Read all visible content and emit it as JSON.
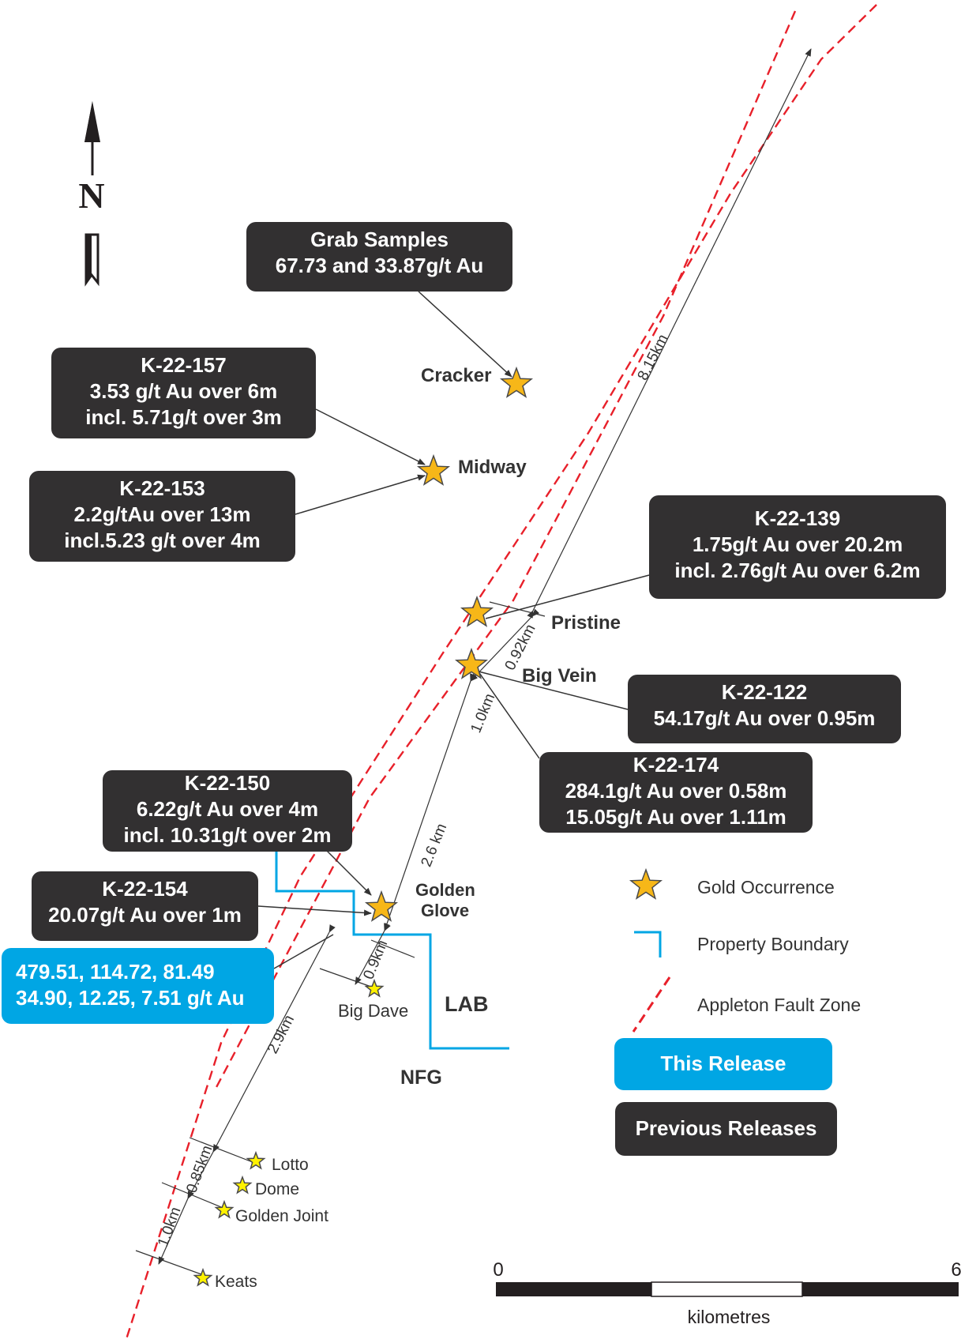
{
  "north_arrow": {
    "label": "N"
  },
  "callouts": [
    {
      "id": "grab",
      "lines": [
        "Grab Samples",
        "67.73 and 33.87g/t Au"
      ],
      "style": "previous"
    },
    {
      "id": "k157",
      "lines": [
        "K-22-157",
        "3.53 g/t Au over 6m",
        "incl. 5.71g/t over 3m"
      ],
      "style": "previous"
    },
    {
      "id": "k153",
      "lines": [
        "K-22-153",
        "2.2g/tAu over 13m",
        "incl.5.23 g/t over 4m"
      ],
      "style": "previous"
    },
    {
      "id": "k139",
      "lines": [
        "K-22-139",
        "1.75g/t Au over 20.2m",
        "incl. 2.76g/t Au over 6.2m"
      ],
      "style": "previous"
    },
    {
      "id": "k122",
      "lines": [
        "K-22-122",
        "54.17g/t Au over 0.95m"
      ],
      "style": "previous"
    },
    {
      "id": "k174",
      "lines": [
        "K-22-174",
        "284.1g/t Au over 0.58m",
        "15.05g/t Au over 1.11m"
      ],
      "style": "previous"
    },
    {
      "id": "k150",
      "lines": [
        "K-22-150",
        "6.22g/t Au over 4m",
        "incl. 10.31g/t over 2m"
      ],
      "style": "previous"
    },
    {
      "id": "k154",
      "lines": [
        "K-22-154",
        "20.07g/t Au over 1m"
      ],
      "style": "previous"
    },
    {
      "id": "release",
      "lines": [
        "479.51, 114.72, 81.49",
        "34.90, 12.25, 7.51 g/t Au"
      ],
      "style": "this-release"
    }
  ],
  "occurrences": {
    "major": [
      "Cracker",
      "Midway",
      "Pristine",
      "Big Vein",
      "Golden Glove"
    ],
    "minor": [
      "Big Dave",
      "Lotto",
      "Dome",
      "Golden Joint",
      "Keats"
    ]
  },
  "labels": {
    "cracker": "Cracker",
    "midway": "Midway",
    "pristine": "Pristine",
    "big_vein": "Big Vein",
    "golden_glove_1": "Golden",
    "golden_glove_2": "Glove",
    "big_dave": "Big Dave",
    "lotto": "Lotto",
    "dome": "Dome",
    "golden_joint": "Golden Joint",
    "keats": "Keats",
    "lab": "LAB",
    "nfg": "NFG"
  },
  "distances": {
    "d815": "8.15km",
    "d092": "0.92km",
    "d10a": "1.0km",
    "d26": "2.6 km",
    "d09": "0.9km",
    "d29": "2.9km",
    "d085": "0.85km",
    "d10b": "1.0km"
  },
  "legend": {
    "gold": "Gold Occurrence",
    "boundary": "Property Boundary",
    "fault": "Appleton Fault Zone",
    "this_release": "This Release",
    "previous": "Previous Releases"
  },
  "scale": {
    "min": "0",
    "max": "6",
    "unit": "kilometres"
  },
  "colors": {
    "box_dark": "#323031",
    "box_blue": "#00a6e4",
    "fault": "#e8202a",
    "boundary": "#00a6e4",
    "star_major": "#f7b718",
    "star_minor": "#fff200"
  }
}
